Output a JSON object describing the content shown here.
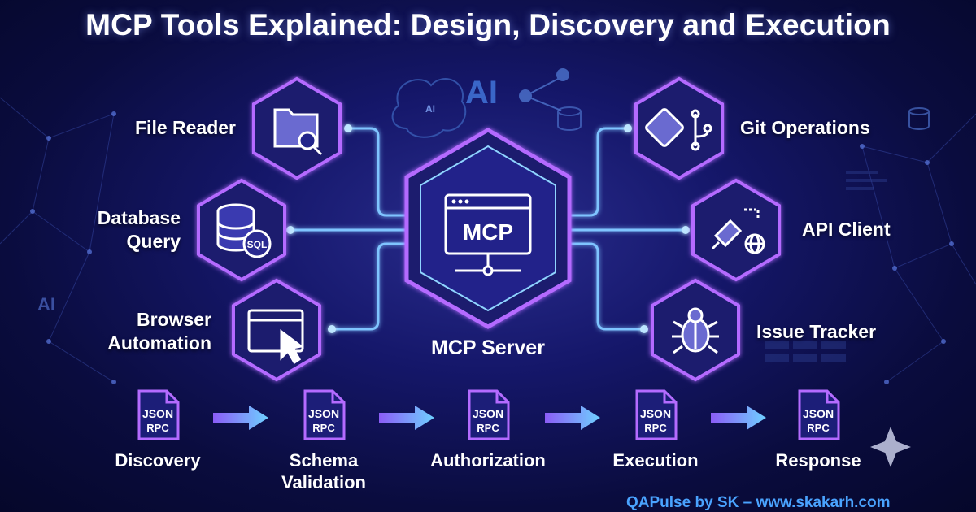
{
  "title": "MCP Tools Explained: Design, Discovery and Execution",
  "background": {
    "ai_text": "AI",
    "ai_small": "AI",
    "brain_text": "AI"
  },
  "server": {
    "icon_text": "MCP",
    "label": "MCP Server"
  },
  "tools_left": [
    {
      "label_lines": [
        "File Reader"
      ],
      "icon": "folder-search-icon"
    },
    {
      "label_lines": [
        "Database",
        "Query"
      ],
      "icon": "database-sql-icon",
      "icon_text": "SQL"
    },
    {
      "label_lines": [
        "Browser",
        "Automation"
      ],
      "icon": "browser-cursor-icon"
    }
  ],
  "tools_right": [
    {
      "label_lines": [
        "Git Operations"
      ],
      "icon": "git-branch-icon"
    },
    {
      "label_lines": [
        "API Client"
      ],
      "icon": "plug-globe-icon"
    },
    {
      "label_lines": [
        "Issue Tracker"
      ],
      "icon": "bug-icon"
    }
  ],
  "pipeline": {
    "doc_text_top": "JSON",
    "doc_text_bottom": "RPC",
    "steps": [
      {
        "label_lines": [
          "Discovery"
        ]
      },
      {
        "label_lines": [
          "Schema",
          "Validation"
        ]
      },
      {
        "label_lines": [
          "Authorization"
        ]
      },
      {
        "label_lines": [
          "Execution"
        ]
      },
      {
        "label_lines": [
          "Response"
        ]
      }
    ]
  },
  "footer": "QAPulse by SK – www.skakarh.com",
  "colors": {
    "neon_purple": "#b46bff",
    "neon_blue": "#6fd0ff",
    "background": "#15176a",
    "footer": "#4aa3ff"
  }
}
